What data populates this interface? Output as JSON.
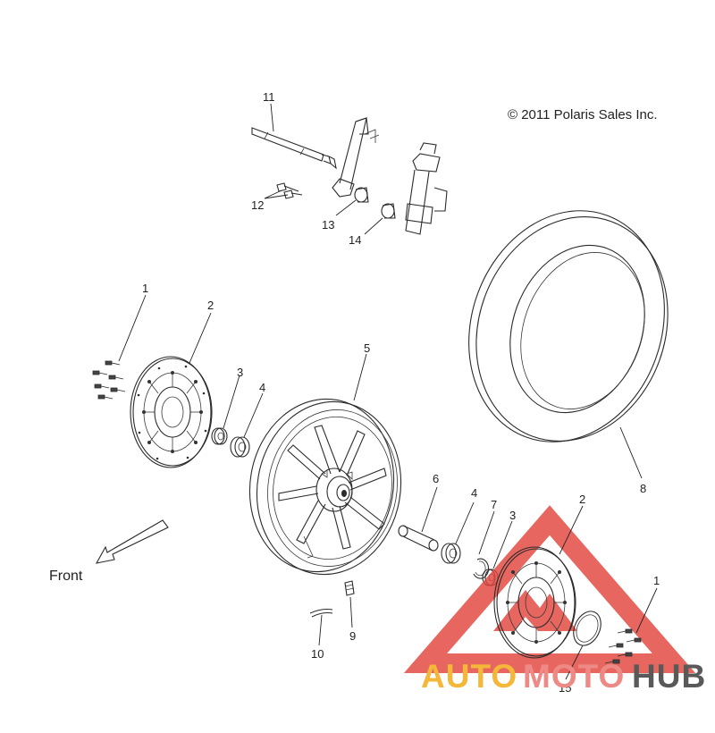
{
  "copyright": "© 2011 Polaris Sales Inc.",
  "direction_label": "Front",
  "watermark": {
    "part1": "AUTO",
    "part2": "MOTO",
    "part3": "HUB",
    "colors": {
      "auto": "#f4b73a",
      "moto": "#ee8a86",
      "hub": "#595959",
      "triangle": "#e2453d"
    }
  },
  "callouts": [
    "11",
    "12",
    "13",
    "14",
    "1",
    "2",
    "3",
    "4",
    "5",
    "8",
    "6",
    "4",
    "7",
    "3",
    "2",
    "1",
    "9",
    "10",
    "15"
  ]
}
